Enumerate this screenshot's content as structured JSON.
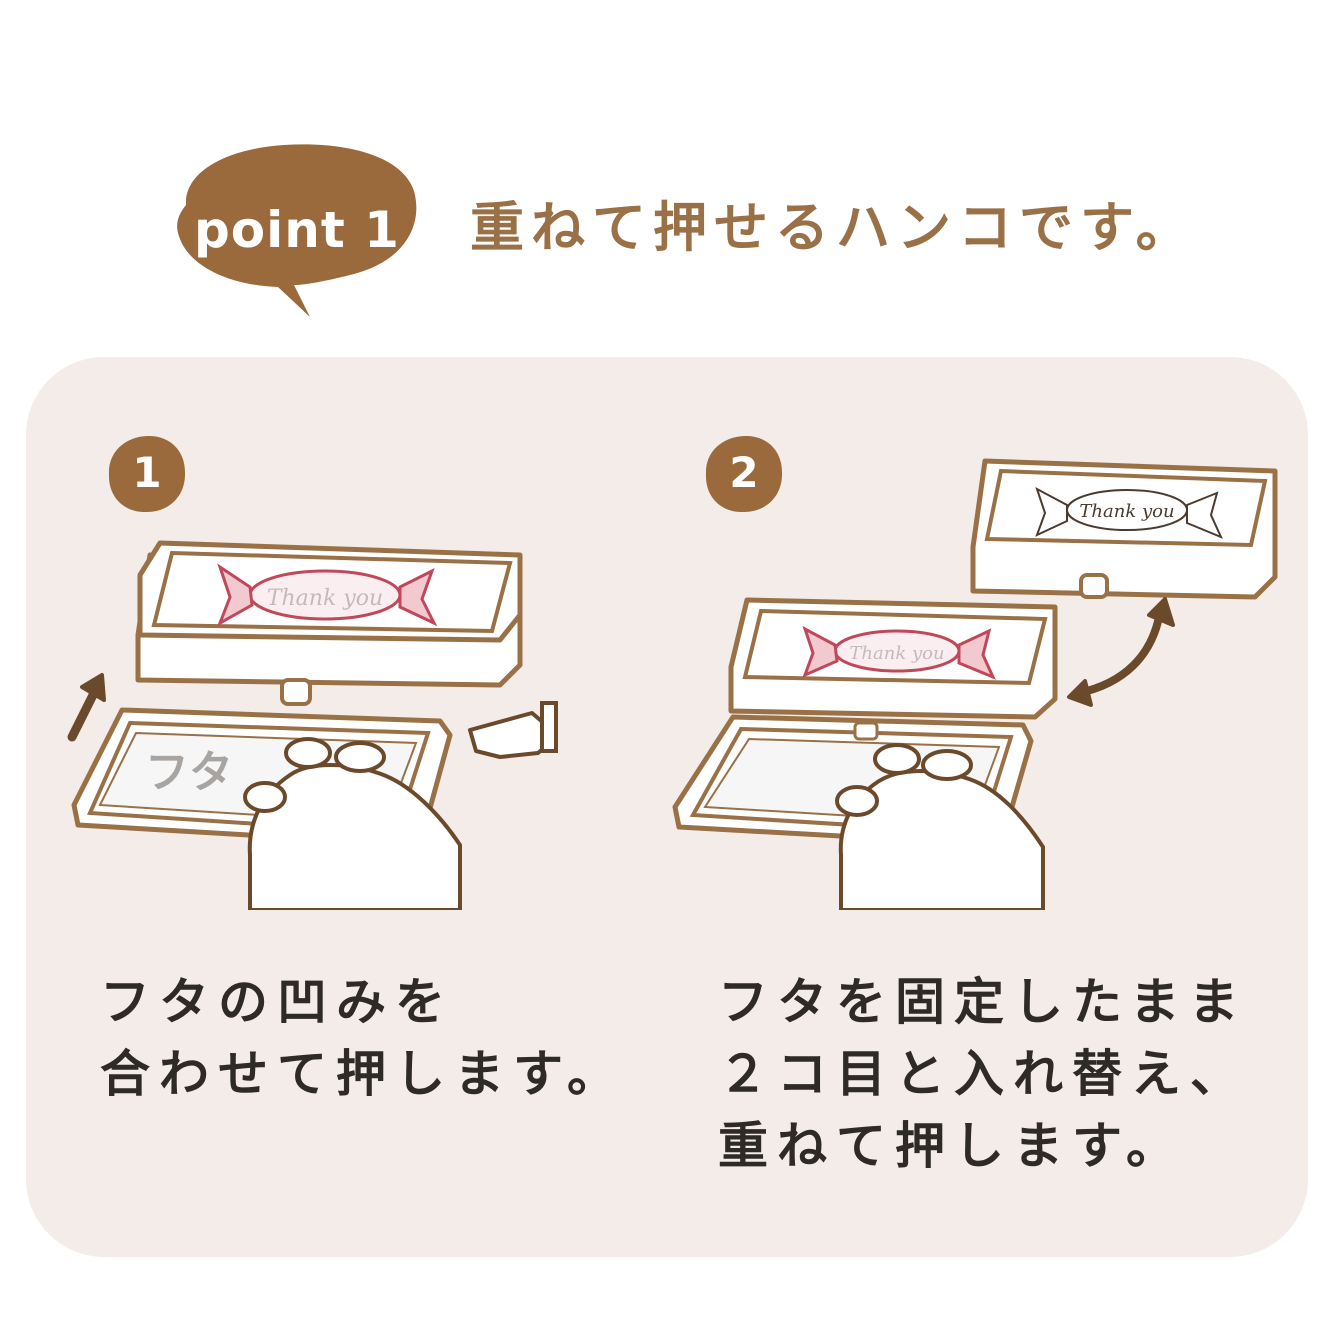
{
  "header": {
    "badge_label": "point 1",
    "headline": "重ねて押せるハンコです。"
  },
  "steps": [
    {
      "number": "1",
      "stamp_text": "Thank you",
      "pad_text": "フタ",
      "caption_lines": [
        "フタの凹みを",
        "合わせて押します。"
      ]
    },
    {
      "number": "2",
      "stamp_text": "Thank you",
      "caption_lines": [
        "フタを固定したまま",
        "２コ目と入れ替え、",
        "重ねて押します。"
      ]
    }
  ],
  "colors": {
    "brown": "#9a6a3c",
    "outline": "#9a7147",
    "panel": "#f3ece8",
    "stamp_red": "#c0485a",
    "text": "#2e2a27"
  }
}
